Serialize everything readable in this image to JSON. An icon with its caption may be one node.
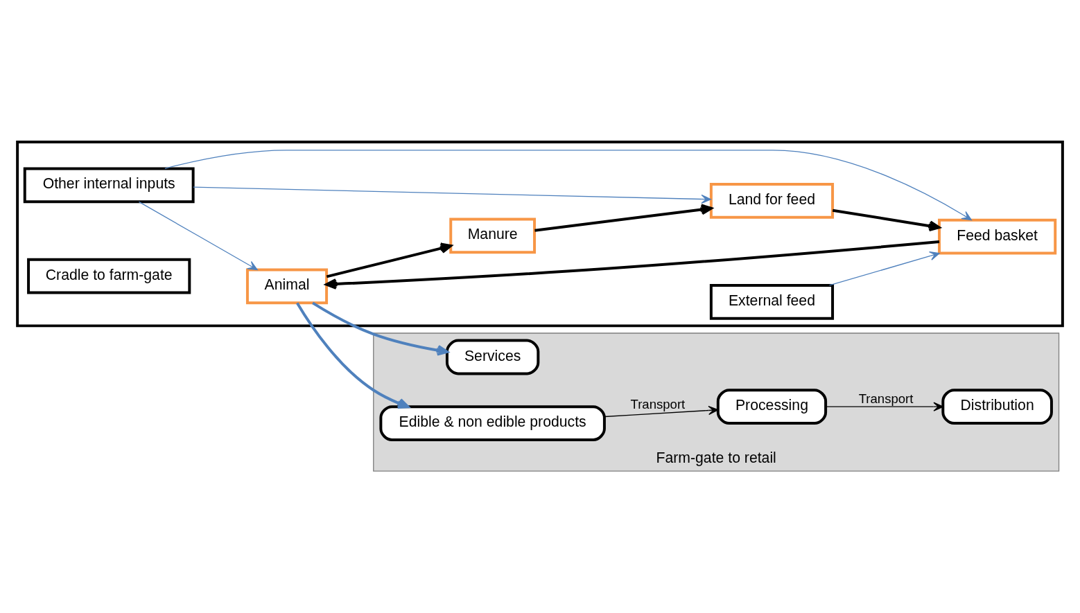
{
  "diagram": {
    "nodes": [
      {
        "text": [],
        "shape": "box"
      },
      {
        "text": [
          "Other internal inputs"
        ],
        "in": 0
      },
      {
        "text": [
          "Animal"
        ],
        "in": 0
      },
      {
        "text": [
          "Feed basket"
        ],
        "in": 0
      },
      {
        "text": [
          "Manure"
        ],
        "in": 0
      },
      {
        "text": [
          "External feed"
        ],
        "in": 0
      },
      {
        "text": [
          "Land for feed"
        ],
        "in": 0
      },
      {
        "text": [
          "Cradle to farm-gate"
        ],
        "in": 0
      },
      {
        "text": [
          "Farm-gate to retail"
        ]
      },
      {
        "text": [
          "Services"
        ],
        "in": 8
      },
      {
        "text": [
          "Edible & non edible products"
        ],
        "in": 8
      },
      {
        "text": [
          "Processing"
        ],
        "in": 8
      },
      {
        "text": [
          "Distribution"
        ],
        "in": 8
      }
    ],
    "edges": [
      {
        "from": 1,
        "to": 2,
        "arrow": "to",
        "color": "#4f81bd"
      },
      {
        "from": 1,
        "to": 3,
        "arrow": "to",
        "color": "#4f81bd"
      },
      {
        "from": 1,
        "to": 6,
        "arrow": "to",
        "color": "#4f81bd"
      },
      {
        "from": 5,
        "to": 3,
        "arrow": "to",
        "color": "#4f81bd"
      },
      {
        "from": 3,
        "to": 2,
        "arrow": "to",
        "style": "thick",
        "color": "#000000"
      },
      {
        "from": 2,
        "to": 4,
        "arrow": "to",
        "style": "thick",
        "color": "#000000"
      },
      {
        "from": 4,
        "to": 6,
        "arrow": "to",
        "style": "thick",
        "color": "#000000"
      },
      {
        "from": 6,
        "to": 3,
        "arrow": "to",
        "style": "thick",
        "color": "#000000"
      },
      {
        "from": 2,
        "to": 9,
        "arrow": "to",
        "style": "thick",
        "color": "#4f81bd"
      },
      {
        "from": 2,
        "to": 10,
        "arrow": "to",
        "style": "thick",
        "color": "#4f81bd"
      },
      {
        "from": 10,
        "to": 11,
        "label": "Transport",
        "arrow": "to",
        "color": "#000000"
      },
      {
        "from": 11,
        "to": 12,
        "label": "Transport",
        "arrow": "to",
        "color": "#000000"
      }
    ]
  }
}
